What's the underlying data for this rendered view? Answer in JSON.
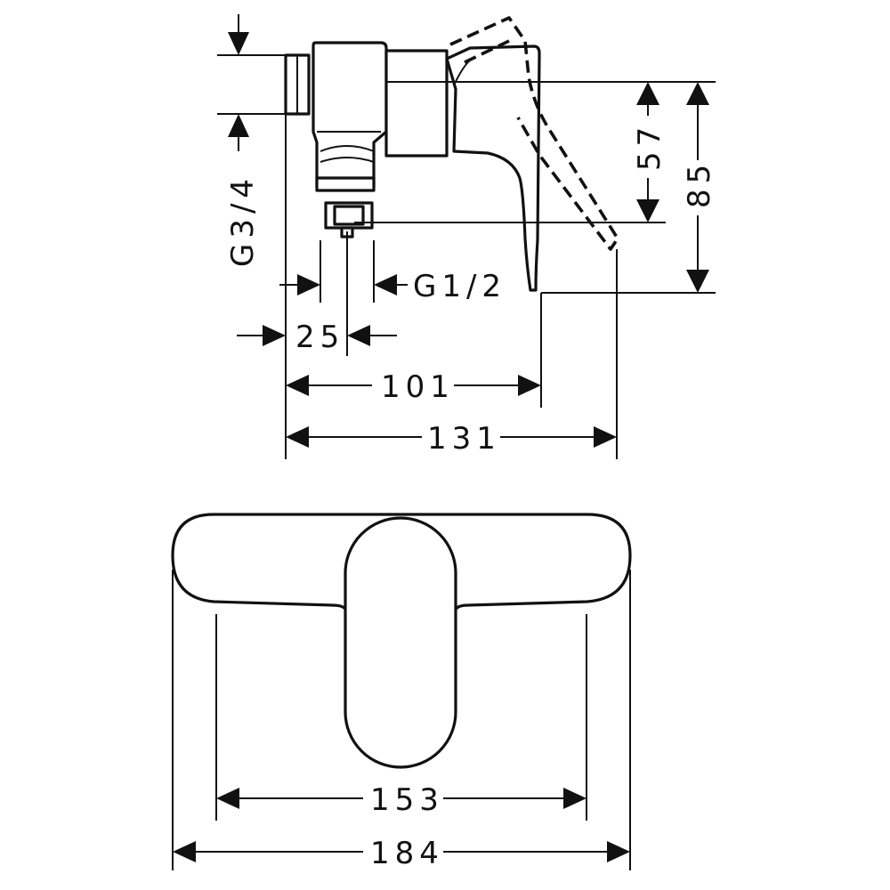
{
  "side_view": {
    "thread_inlet_label": "G3/4",
    "thread_outlet_label": "G1/2",
    "dim_25": "25",
    "dim_57": "57",
    "dim_85": "85",
    "dim_101": "101",
    "dim_131": "131"
  },
  "front_view": {
    "dim_153": "153",
    "dim_184": "184"
  }
}
